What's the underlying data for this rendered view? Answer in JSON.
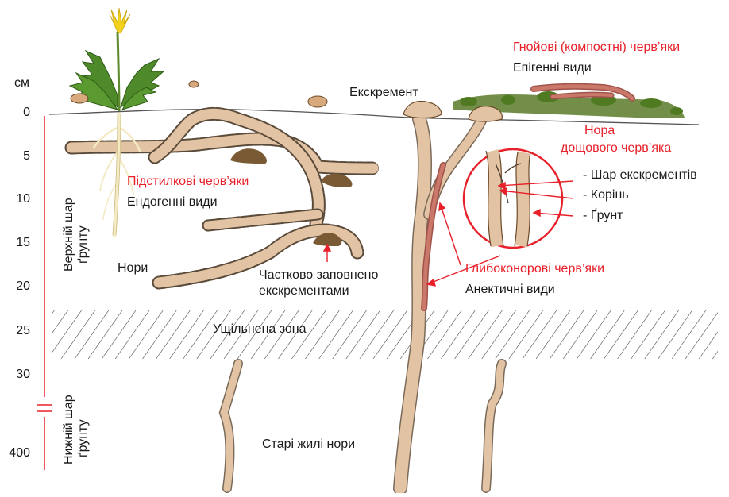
{
  "depth_scale": {
    "unit": "см",
    "ticks": [
      "0",
      "5",
      "10",
      "15",
      "20",
      "25",
      "30",
      "400"
    ]
  },
  "zones": {
    "upper": [
      "Верхній шар",
      "ґрунту"
    ],
    "lower": [
      "Нижній шар",
      "ґрунту"
    ]
  },
  "labels": {
    "excrement": "Екскремент",
    "compost_worms": "Гнойові (компостні) черв’яки",
    "epigeic": "Епігенні види",
    "earthworm_burrow": [
      "Нора",
      "дощового черв’яка"
    ],
    "litter_worms": "Підстилкові черв’яки",
    "endogeic": "Ендогенні види",
    "burrows": "Нори",
    "partially_filled": [
      "Частково заповнено",
      "екскрементами"
    ],
    "deep_worms": "Глибоконорові черв’яки",
    "anecic": "Анектичні види",
    "compacted_zone": "Ущільнена зона",
    "old_burrows": "Старі жилі нори"
  },
  "inset_legend": [
    "- Шар екскрементів",
    "- Корінь",
    "- Ґрунт"
  ],
  "colors": {
    "burrow_fill": "#e2c4a4",
    "burrow_dash": "#5a4a3a",
    "cast_fill": "#7a5a34",
    "worm": "#c9786a",
    "leaf": "#4f8a2a",
    "flower": "#f3d21b",
    "accent_red": "#e8202a"
  }
}
